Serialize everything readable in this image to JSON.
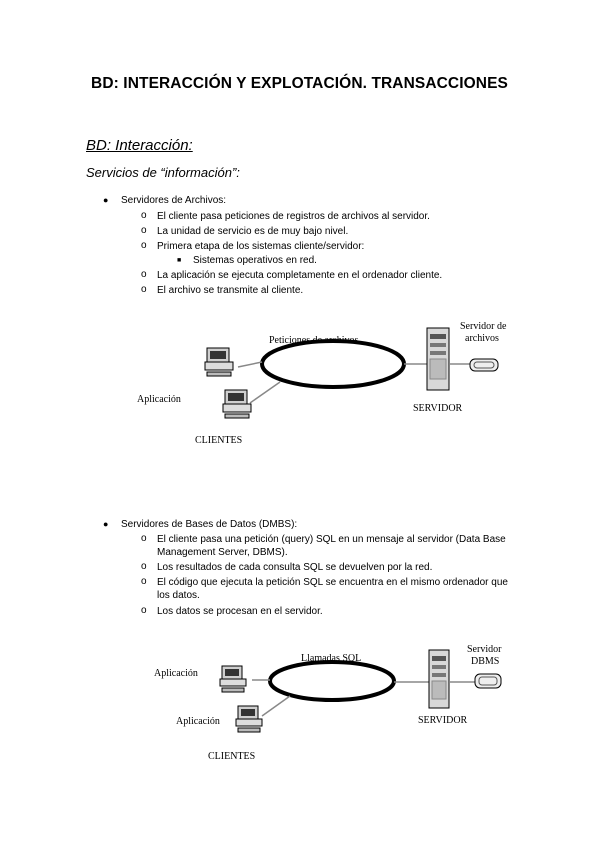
{
  "title": "BD: INTERACCIÓN Y EXPLOTACIÓN. TRANSACCIONES",
  "section": "BD: Interacción:",
  "subsection": "Servicios de “información”:",
  "list1": {
    "heading": "Servidores de Archivos:",
    "items": [
      "El cliente pasa peticiones de registros de archivos al servidor.",
      "La unidad de servicio es de muy bajo nivel.",
      "Primera etapa de los sistemas cliente/servidor:",
      "Sistemas operativos en red.",
      "La aplicación se ejecuta completamente en el ordenador cliente.",
      "El archivo se transmite al cliente."
    ]
  },
  "diagram1": {
    "network_label": "Peticiones de archivos",
    "storage_label_1": "Servidor de",
    "storage_label_2": "archivos",
    "app_label": "Aplicación",
    "clients_label": "CLIENTES",
    "server_label": "SERVIDOR"
  },
  "list2": {
    "heading": "Servidores de Bases de Datos (DMBS):",
    "items": [
      "El cliente pasa una petición (query) SQL en un mensaje al servidor (Data Base",
      "Management Server, DBMS).",
      "Los resultados de cada consulta SQL se devuelven por la red.",
      "El código que ejecuta la petición SQL se encuentra en el mismo ordenador que",
      "los datos.",
      "Los datos se procesan en el servidor."
    ]
  },
  "diagram2": {
    "network_label": "Llamadas SQL",
    "storage_label_1": "Servidor",
    "storage_label_2": "DBMS",
    "app_label_1": "Aplicación",
    "app_label_2": "Aplicación",
    "clients_label": "CLIENTES",
    "server_label": "SERVIDOR"
  }
}
